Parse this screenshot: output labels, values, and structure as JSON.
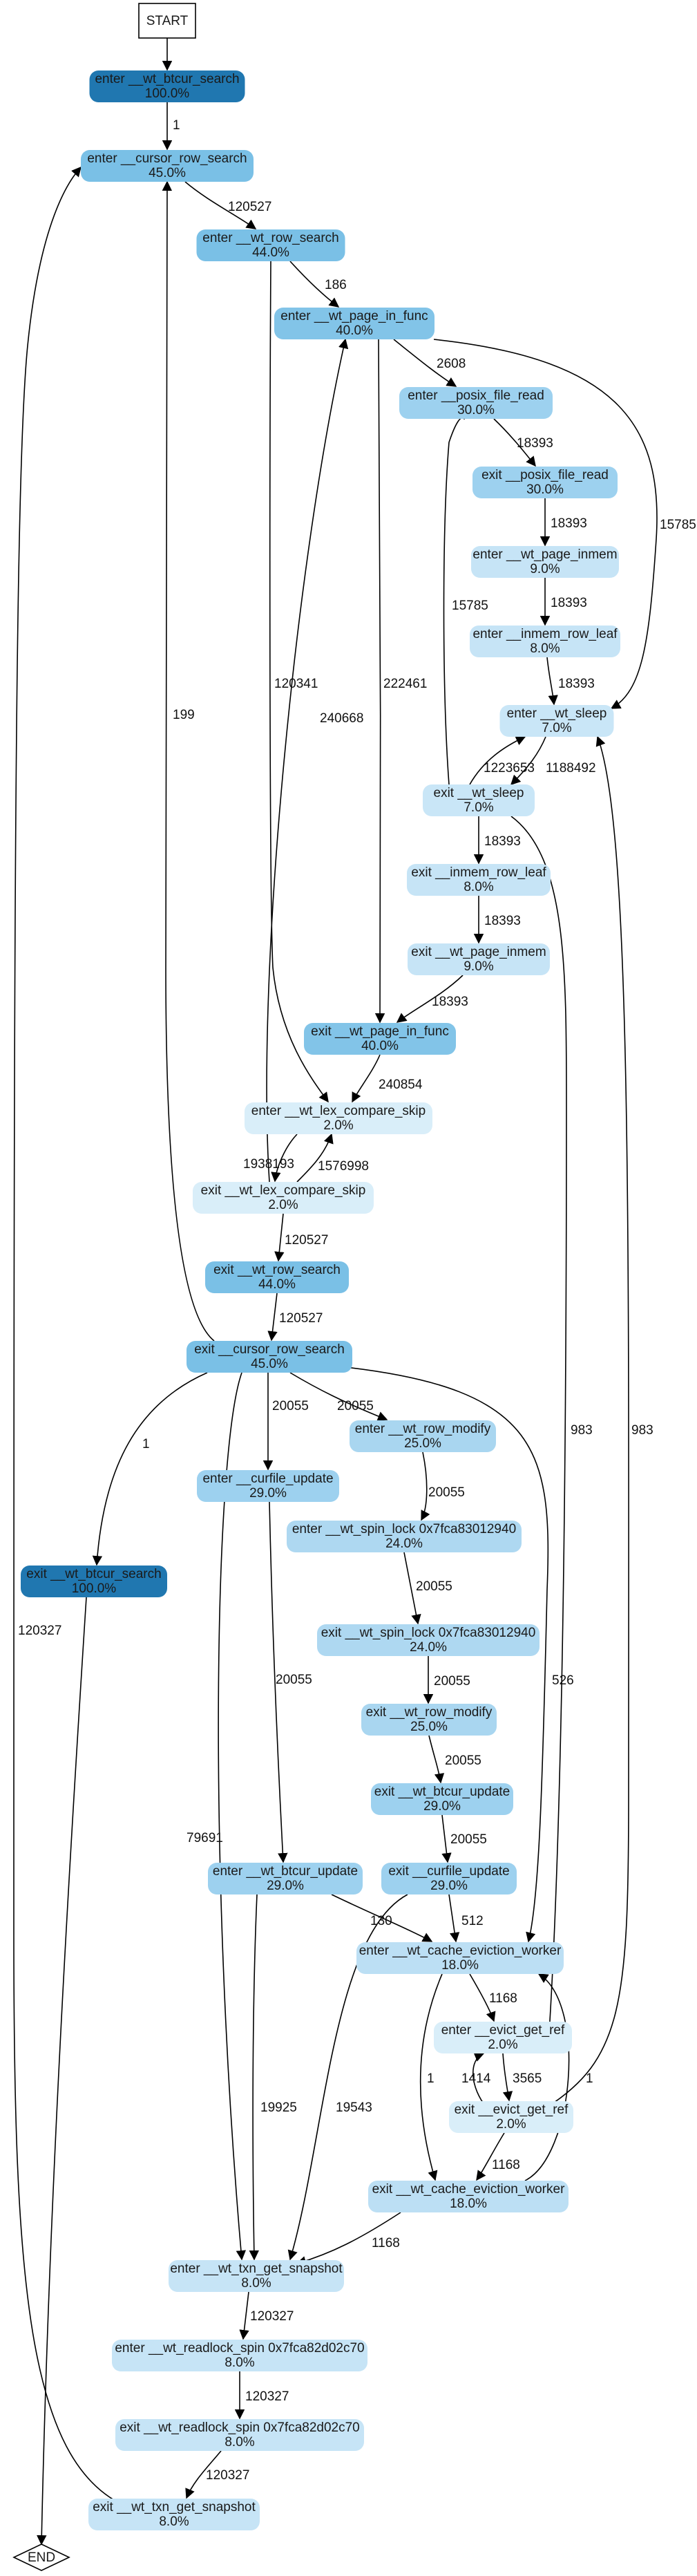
{
  "nodes": {
    "start": {
      "label": "START",
      "percent": ""
    },
    "end": {
      "label": "END",
      "percent": ""
    },
    "n_btcur_search": {
      "label": "enter __wt_btcur_search",
      "percent": "100.0%",
      "color": "#2077b0"
    },
    "n_cursor_row_search": {
      "label": "enter __cursor_row_search",
      "percent": "45.0%",
      "color": "#7ac0e6"
    },
    "n_row_search": {
      "label": "enter __wt_row_search",
      "percent": "44.0%",
      "color": "#7ac0e6"
    },
    "n_page_in_func": {
      "label": "enter __wt_page_in_func",
      "percent": "40.0%",
      "color": "#82c4e8"
    },
    "n_posix_file_read": {
      "label": "enter __posix_file_read",
      "percent": "30.0%",
      "color": "#9dd1ef"
    },
    "x_posix_file_read": {
      "label": "exit __posix_file_read",
      "percent": "30.0%",
      "color": "#9dd1ef"
    },
    "n_page_inmem": {
      "label": "enter __wt_page_inmem",
      "percent": "9.0%",
      "color": "#c6e4f6"
    },
    "n_inmem_row_leaf": {
      "label": "enter __inmem_row_leaf",
      "percent": "8.0%",
      "color": "#c6e4f6"
    },
    "n_sleep": {
      "label": "enter __wt_sleep",
      "percent": "7.0%",
      "color": "#c9e6f7"
    },
    "x_sleep": {
      "label": "exit __wt_sleep",
      "percent": "7.0%",
      "color": "#c9e6f7"
    },
    "x_inmem_row_leaf": {
      "label": "exit __inmem_row_leaf",
      "percent": "8.0%",
      "color": "#c6e4f6"
    },
    "x_page_inmem": {
      "label": "exit __wt_page_inmem",
      "percent": "9.0%",
      "color": "#c6e4f6"
    },
    "x_page_in_func": {
      "label": "exit __wt_page_in_func",
      "percent": "40.0%",
      "color": "#82c4e8"
    },
    "n_lex_compare_skip": {
      "label": "enter __wt_lex_compare_skip",
      "percent": "2.0%",
      "color": "#d9eef9"
    },
    "x_lex_compare_skip": {
      "label": "exit __wt_lex_compare_skip",
      "percent": "2.0%",
      "color": "#d9eef9"
    },
    "x_row_search": {
      "label": "exit __wt_row_search",
      "percent": "44.0%",
      "color": "#7ac0e6"
    },
    "x_cursor_row_search": {
      "label": "exit __cursor_row_search",
      "percent": "45.0%",
      "color": "#7ac0e6"
    },
    "n_row_modify": {
      "label": "enter __wt_row_modify",
      "percent": "25.0%",
      "color": "#a9d6f0"
    },
    "n_curfile_update": {
      "label": "enter __curfile_update",
      "percent": "29.0%",
      "color": "#9dd1ef"
    },
    "x_btcur_search": {
      "label": "exit __wt_btcur_search",
      "percent": "100.0%",
      "color": "#2077b0"
    },
    "n_spin_lock": {
      "label": "enter __wt_spin_lock 0x7fca83012940",
      "percent": "24.0%",
      "color": "#aed8f1"
    },
    "x_spin_lock": {
      "label": "exit __wt_spin_lock 0x7fca83012940",
      "percent": "24.0%",
      "color": "#aed8f1"
    },
    "x_row_modify": {
      "label": "exit __wt_row_modify",
      "percent": "25.0%",
      "color": "#a9d6f0"
    },
    "x_btcur_update": {
      "label": "exit __wt_btcur_update",
      "percent": "29.0%",
      "color": "#9dd1ef"
    },
    "n_btcur_update": {
      "label": "enter __wt_btcur_update",
      "percent": "29.0%",
      "color": "#9dd1ef"
    },
    "x_curfile_update": {
      "label": "exit __curfile_update",
      "percent": "29.0%",
      "color": "#9dd1ef"
    },
    "n_cache_eviction_worker": {
      "label": "enter __wt_cache_eviction_worker",
      "percent": "18.0%",
      "color": "#bcdff4"
    },
    "n_evict_get_ref": {
      "label": "enter __evict_get_ref",
      "percent": "2.0%",
      "color": "#d9eef9"
    },
    "x_evict_get_ref": {
      "label": "exit __evict_get_ref",
      "percent": "2.0%",
      "color": "#d9eef9"
    },
    "x_cache_eviction_worker": {
      "label": "exit __wt_cache_eviction_worker",
      "percent": "18.0%",
      "color": "#bcdff4"
    },
    "n_txn_get_snapshot": {
      "label": "enter __wt_txn_get_snapshot",
      "percent": "8.0%",
      "color": "#c6e4f6"
    },
    "n_readlock_spin": {
      "label": "enter __wt_readlock_spin 0x7fca82d02c70",
      "percent": "8.0%",
      "color": "#c6e4f6"
    },
    "x_readlock_spin": {
      "label": "exit __wt_readlock_spin 0x7fca82d02c70",
      "percent": "8.0%",
      "color": "#c6e4f6"
    },
    "x_txn_get_snapshot": {
      "label": "exit __wt_txn_get_snapshot",
      "percent": "8.0%",
      "color": "#c6e4f6"
    }
  },
  "edges": [
    {
      "from": "start",
      "to": "n_btcur_search",
      "label": ""
    },
    {
      "from": "n_btcur_search",
      "to": "n_cursor_row_search",
      "label": "1"
    },
    {
      "from": "n_cursor_row_search",
      "to": "n_row_search",
      "label": "120527"
    },
    {
      "from": "n_row_search",
      "to": "n_page_in_func",
      "label": "186"
    },
    {
      "from": "n_page_in_func",
      "to": "n_posix_file_read",
      "label": "2608"
    },
    {
      "from": "n_posix_file_read",
      "to": "x_posix_file_read",
      "label": "18393"
    },
    {
      "from": "x_posix_file_read",
      "to": "n_page_inmem",
      "label": "18393"
    },
    {
      "from": "n_page_inmem",
      "to": "n_inmem_row_leaf",
      "label": "18393"
    },
    {
      "from": "n_inmem_row_leaf",
      "to": "n_sleep",
      "label": "18393"
    },
    {
      "from": "n_page_in_func",
      "to": "n_sleep",
      "label": "15785"
    },
    {
      "from": "x_sleep",
      "to": "n_posix_file_read",
      "label": "15785"
    },
    {
      "from": "x_sleep",
      "to": "n_sleep",
      "label": "1223653"
    },
    {
      "from": "n_sleep",
      "to": "x_sleep",
      "label": "1188492"
    },
    {
      "from": "x_sleep",
      "to": "x_inmem_row_leaf",
      "label": "18393"
    },
    {
      "from": "x_inmem_row_leaf",
      "to": "x_page_inmem",
      "label": "18393"
    },
    {
      "from": "x_page_inmem",
      "to": "x_page_in_func",
      "label": "18393"
    },
    {
      "from": "n_page_in_func",
      "to": "x_page_in_func",
      "label": "222461"
    },
    {
      "from": "n_row_search",
      "to": "n_lex_compare_skip",
      "label": "120341"
    },
    {
      "from": "x_page_in_func",
      "to": "n_lex_compare_skip",
      "label": "240854"
    },
    {
      "from": "x_lex_compare_skip",
      "to": "n_page_in_func",
      "label": "240668"
    },
    {
      "from": "n_lex_compare_skip",
      "to": "x_lex_compare_skip",
      "label": "1938193"
    },
    {
      "from": "x_lex_compare_skip",
      "to": "n_lex_compare_skip",
      "label": "1576998"
    },
    {
      "from": "x_lex_compare_skip",
      "to": "x_row_search",
      "label": "120527"
    },
    {
      "from": "x_row_search",
      "to": "x_cursor_row_search",
      "label": "120527"
    },
    {
      "from": "x_cursor_row_search",
      "to": "n_cursor_row_search",
      "label": "199"
    },
    {
      "from": "x_cursor_row_search",
      "to": "n_curfile_update",
      "label": "20055"
    },
    {
      "from": "x_cursor_row_search",
      "to": "n_row_modify",
      "label": "20055"
    },
    {
      "from": "x_cursor_row_search",
      "to": "x_btcur_search",
      "label": "1"
    },
    {
      "from": "x_cursor_row_search",
      "to": "n_txn_get_snapshot",
      "label": "79691"
    },
    {
      "from": "x_cursor_row_search",
      "to": "n_cache_eviction_worker",
      "label": "526"
    },
    {
      "from": "n_row_modify",
      "to": "n_spin_lock",
      "label": "20055"
    },
    {
      "from": "n_spin_lock",
      "to": "x_spin_lock",
      "label": "20055"
    },
    {
      "from": "x_spin_lock",
      "to": "x_row_modify",
      "label": "20055"
    },
    {
      "from": "x_row_modify",
      "to": "x_btcur_update",
      "label": "20055"
    },
    {
      "from": "x_btcur_update",
      "to": "x_curfile_update",
      "label": "20055"
    },
    {
      "from": "n_curfile_update",
      "to": "n_btcur_update",
      "label": "20055"
    },
    {
      "from": "n_btcur_update",
      "to": "n_cache_eviction_worker",
      "label": "130"
    },
    {
      "from": "x_curfile_update",
      "to": "n_cache_eviction_worker",
      "label": "512"
    },
    {
      "from": "n_btcur_update",
      "to": "n_txn_get_snapshot",
      "label": "19925"
    },
    {
      "from": "x_curfile_update",
      "to": "n_txn_get_snapshot",
      "label": "19543"
    },
    {
      "from": "n_cache_eviction_worker",
      "to": "n_evict_get_ref",
      "label": "1168"
    },
    {
      "from": "n_evict_get_ref",
      "to": "x_evict_get_ref",
      "label": "3565"
    },
    {
      "from": "x_evict_get_ref",
      "to": "n_evict_get_ref",
      "label": "1414"
    },
    {
      "from": "x_evict_get_ref",
      "to": "x_cache_eviction_worker",
      "label": "1168"
    },
    {
      "from": "n_cache_eviction_worker",
      "to": "x_cache_eviction_worker",
      "label": "1"
    },
    {
      "from": "x_cache_eviction_worker",
      "to": "n_cache_eviction_worker",
      "label": "1"
    },
    {
      "from": "x_sleep",
      "to": "n_evict_get_ref",
      "label": "983"
    },
    {
      "from": "x_evict_get_ref",
      "to": "n_sleep",
      "label": "983"
    },
    {
      "from": "x_cache_eviction_worker",
      "to": "n_txn_get_snapshot",
      "label": "1168"
    },
    {
      "from": "n_txn_get_snapshot",
      "to": "n_readlock_spin",
      "label": "120327"
    },
    {
      "from": "n_readlock_spin",
      "to": "x_readlock_spin",
      "label": "120327"
    },
    {
      "from": "x_readlock_spin",
      "to": "x_txn_get_snapshot",
      "label": "120327"
    },
    {
      "from": "x_txn_get_snapshot",
      "to": "n_cursor_row_search",
      "label": "120327"
    },
    {
      "from": "x_btcur_search",
      "to": "end",
      "label": ""
    }
  ]
}
